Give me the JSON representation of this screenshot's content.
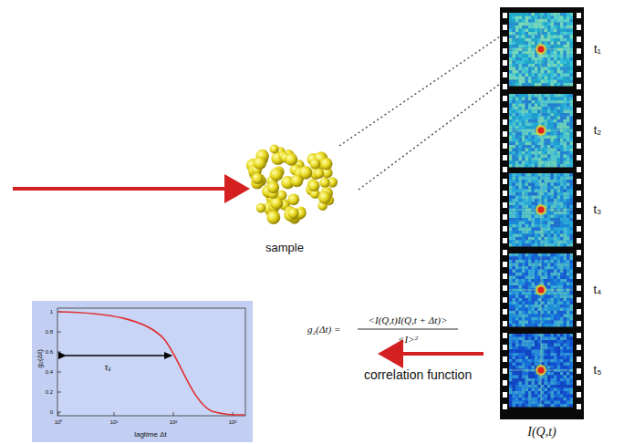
{
  "diagram": {
    "labels": [
      "sample",
      "t₁",
      "t₂",
      "t₃",
      "t₄",
      "t₅",
      "I(Q,t)",
      "g₂(Δt) =",
      "<I(Q,t)I(Q,t + Δt)>",
      "<I>²",
      "correlation function",
      "g₂(Δt)",
      "lagtime Δt",
      "τₛ",
      "1",
      "0.8",
      "0.6",
      "0.4",
      "0.2",
      "0",
      "10⁰",
      "10¹",
      "10²",
      "10³"
    ]
  }
}
